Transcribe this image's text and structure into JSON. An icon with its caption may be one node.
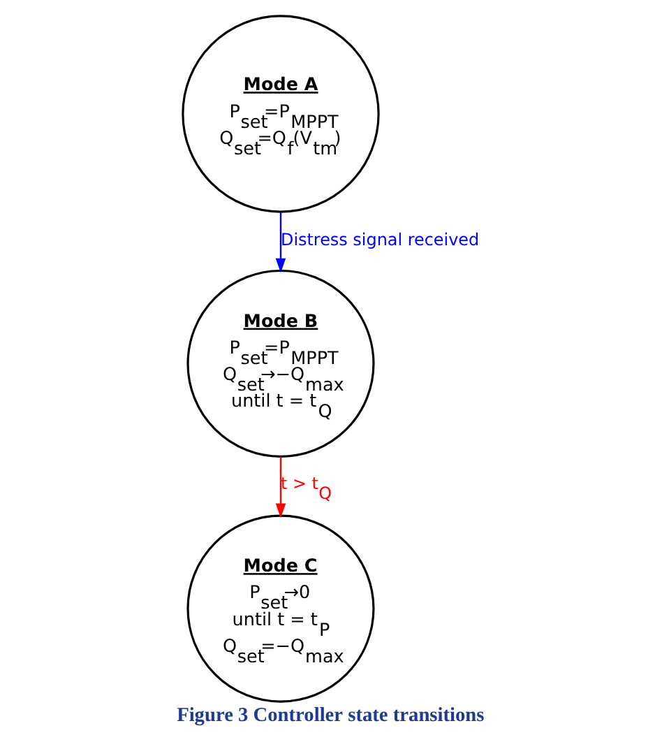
{
  "diagram": {
    "caption": "Figure 3 Controller state transitions",
    "nodes": [
      {
        "text": [
          "Mode A",
          "P$_{set}$=P$_{MPPT}$",
          "Q$_{set}$=Q$_{f}$(V$_{tm}$)"
        ]
      },
      {
        "text": [
          "Mode B",
          "P$_{set}$=P$_{MPPT}$",
          "Q$_{set}$→−Q$_{max}$",
          "until t = t$_{Q}$"
        ]
      },
      {
        "text": [
          "Mode C",
          "P$_{set}$→0",
          "until t = t$_{P}$",
          "Q$_{set}$=−Q$_{max}$"
        ]
      }
    ],
    "edges": [
      {
        "from": 0,
        "to": 1,
        "arrow": "to",
        "label": "Distress signal received",
        "color": "#0000ff"
      },
      {
        "from": 1,
        "to": 2,
        "arrow": "to",
        "label": "t > t$_{Q}$",
        "color": "#ff0000"
      }
    ]
  }
}
